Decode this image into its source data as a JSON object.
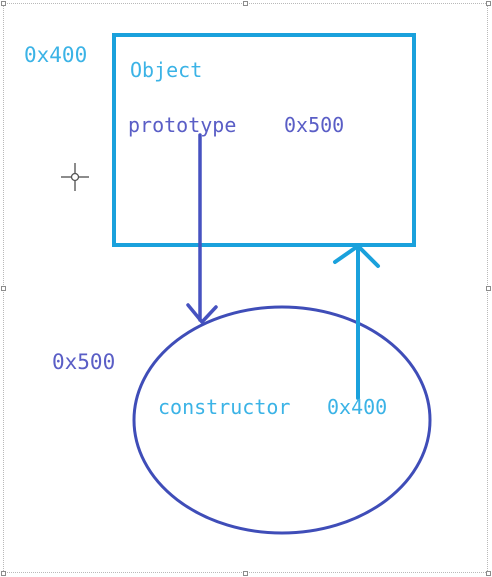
{
  "colors": {
    "object_box": "#1aa1dc",
    "object_text": "#3bb3e6",
    "constructor_ellipse": "#3f4db8",
    "prototype_text": "#5a5ec6",
    "prototype_arrow": "#4652c0",
    "constructor_arrow": "#1aa1dc",
    "selection_frame": "#b9b9b9"
  },
  "object": {
    "address": "0x400",
    "title": "Object",
    "prototype_key": "prototype",
    "prototype_value": "0x500"
  },
  "constructor": {
    "address": "0x500",
    "key": "constructor",
    "value": "0x400"
  },
  "icons": {
    "cursor": "crosshair-move-icon"
  }
}
